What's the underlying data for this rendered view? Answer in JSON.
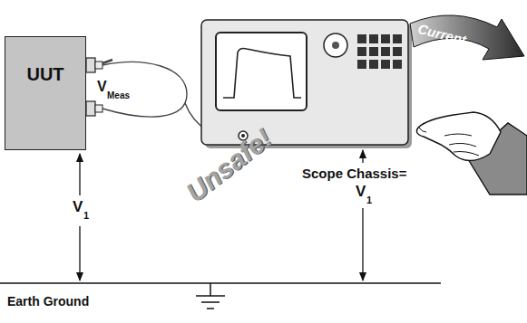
{
  "diagram": {
    "nodes": [
      {
        "text": [
          "UUT"
        ]
      }
    ],
    "labels": [
      "V",
      "Meas",
      "V",
      "1",
      "Scope Chassis=",
      "V",
      "1",
      "Unsafe!",
      "Current",
      "Earth Ground"
    ]
  }
}
